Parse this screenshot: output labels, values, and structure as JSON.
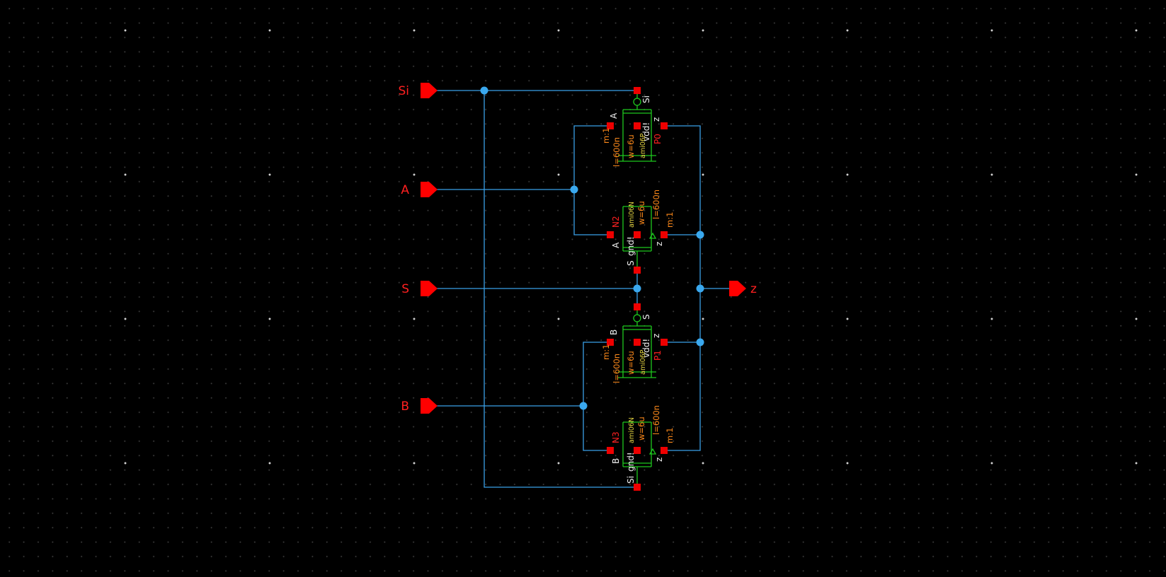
{
  "pins": {
    "si": "Si",
    "a": "A",
    "s": "S",
    "b": "B",
    "z": "z"
  },
  "devices": {
    "p0": {
      "name": "P0",
      "gate": "A",
      "bulk": "vdd!",
      "drain": "z",
      "source": "Si",
      "gate_ctl": "Si",
      "w": "w=6u",
      "l": "l=600n",
      "m": "m:1",
      "model": "ami06P"
    },
    "n2": {
      "name": "N2",
      "gate": "A",
      "bulk": "gnd!",
      "drain": "z",
      "gate_ctl": "S",
      "w": "w=6u",
      "l": "l=600n",
      "m": "m:1",
      "model": "ami06N"
    },
    "p1": {
      "name": "P1",
      "gate": "B",
      "bulk": "vdd!",
      "drain": "z",
      "gate_ctl": "S",
      "w": "w=6u",
      "l": "l=600n",
      "m": "m:1",
      "model": "ami06P"
    },
    "n3": {
      "name": "N3",
      "gate": "B",
      "bulk": "gnd!",
      "drain": "z",
      "gate_ctl": "Si",
      "w": "w=6u",
      "l": "l=600n",
      "m": "m:1",
      "model": "ami06N"
    }
  },
  "colors": {
    "background": "#000000",
    "wire": "#3aa0e8",
    "pin": "#ff0000",
    "device": "#1ec81e",
    "param": "#ff8a1a"
  }
}
